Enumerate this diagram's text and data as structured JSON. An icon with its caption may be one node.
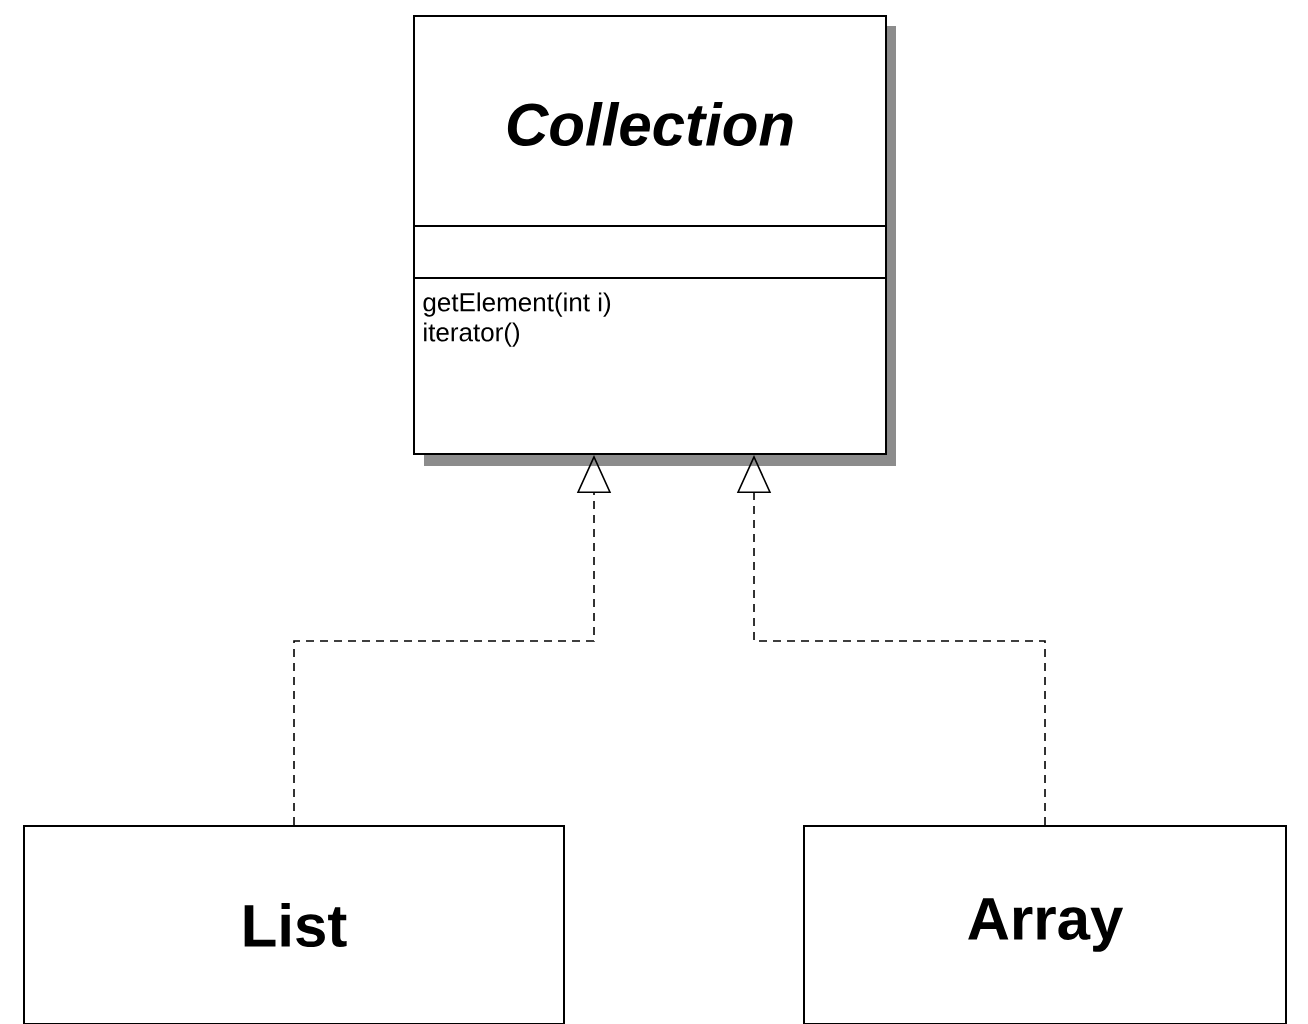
{
  "diagram": {
    "nodes": [
      {
        "text": [
          "Collection",
          "getElement(int i)",
          "iterator()"
        ]
      },
      {
        "text": [
          "List"
        ]
      },
      {
        "text": [
          "Array"
        ]
      }
    ],
    "edges": [
      {
        "from": 1,
        "to": 0,
        "arrow": "to",
        "style": "dashed"
      },
      {
        "from": 2,
        "to": 0,
        "arrow": "to",
        "style": "dashed"
      }
    ]
  }
}
